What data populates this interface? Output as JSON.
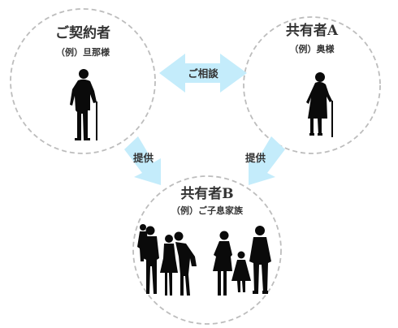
{
  "contractor": {
    "title": "ご契約者",
    "example": "（例）旦那様"
  },
  "coowner_a": {
    "title": "共有者A",
    "example": "（例）奥様"
  },
  "coowner_b": {
    "title": "共有者B",
    "example": "（例）ご子息家族"
  },
  "consult_label": "ご相談",
  "provide_left_label": "提供",
  "provide_right_label": "提供",
  "colors": {
    "arrow": "#c4ecfb",
    "circle_border": "#bdbdbd",
    "silhouette": "#0a0a0a",
    "text": "#333333"
  },
  "icons": {
    "contractor": "elderly-man-with-cane-icon",
    "coowner_a": "elderly-woman-with-cane-icon",
    "coowner_b": "family-group-icon"
  }
}
